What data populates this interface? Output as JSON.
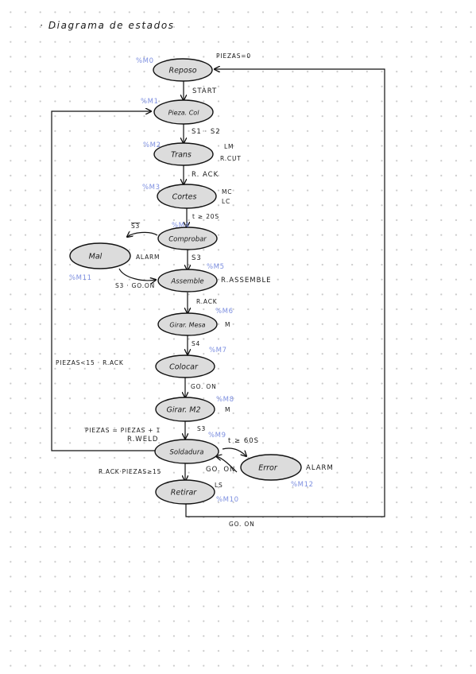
{
  "title": "· Diagrama de estados",
  "states": {
    "reposo": "Reposo",
    "pieza_col": "Pieza. Col",
    "trans": "Trans",
    "cortes": "Cortes",
    "comprobar": "Comprobar",
    "mal": "Mal",
    "assemble": "Assemble",
    "girar_mesa": "Girar. Mesa",
    "colocar": "Colocar",
    "girar_m2": "Girar. M2",
    "soldadura": "Soldadura",
    "error": "Error",
    "retirar": "Retirar"
  },
  "markers": {
    "m0": "%M0",
    "m1": "%M1",
    "m2": "%M2",
    "m3": "%M3",
    "m4": "%M4",
    "m5": "%M5",
    "m6": "%M6",
    "m7": "%M7",
    "m8": "%M8",
    "m9": "%M9",
    "m10": "%M10",
    "m11": "%M11",
    "m12": "%M12"
  },
  "labels": {
    "piezas_zero": "PIEZAS=0",
    "start": "START",
    "s1_s2": "S1 · S2",
    "lm": "LM",
    "r_cut": "R.CUT",
    "r_ack_1": "R. ACK",
    "mc": "MC",
    "lc": "LC",
    "t_20s": "t ≥ 20S",
    "not_s3": "S3",
    "alarm_mal": "ALARM",
    "s3": "S3",
    "s3_go_on": "S3 · GO.ON",
    "r_assemble": "R.ASSEMBLE",
    "r_ack_2": "R.ACK",
    "m_1": "M",
    "s4": "S4",
    "piezas_lt15": "PIEZAS<15 · R.ACK",
    "go_on_1": "GO. ON",
    "m_2": "M",
    "s3_b": "S3",
    "piezas_inc": "PIEZAS = PIEZAS + 1",
    "r_weld": "R.WELD",
    "t_60s": "t ≥ 60S",
    "alarm_error": "ALARM",
    "go_on_2": "GO. ON",
    "r_ack_piezas": "R.ACK·PIEZAS≥15",
    "ls": "LS",
    "go_on_3": "GO. ON"
  }
}
